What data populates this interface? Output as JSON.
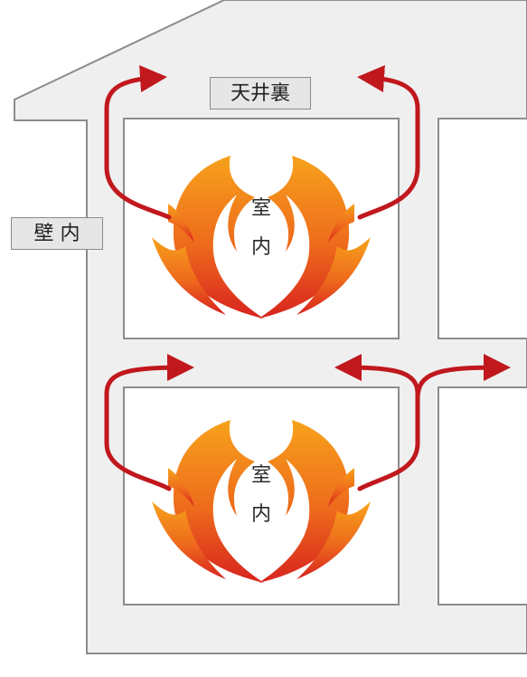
{
  "labels": {
    "attic": "天井裏",
    "wall_interior": "壁 内",
    "room_upper_line1": "室",
    "room_upper_line2": "内",
    "room_lower_line1": "室",
    "room_lower_line2": "内"
  },
  "colors": {
    "house_fill": "#efefef",
    "house_stroke": "#8c8c8c",
    "room_fill": "#ffffff",
    "arrow": "#c0181d",
    "flame_inner": "#f7a21b",
    "flame_outer": "#d8231f"
  }
}
